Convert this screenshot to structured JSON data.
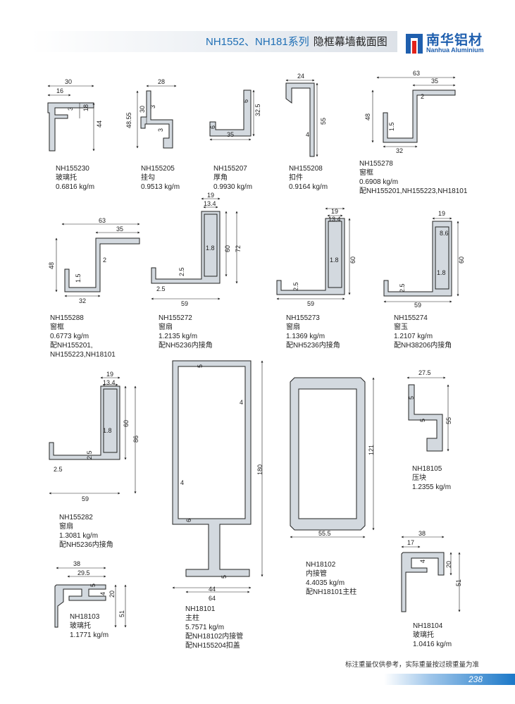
{
  "header": {
    "series": "NH1552、NH181系列",
    "subtitle": "隐框幕墙截面图"
  },
  "logo": {
    "cn": "南华铝材",
    "en": "Nanhua Aluminium",
    "color": "#1f5fae"
  },
  "profiles": [
    {
      "code": "NH155230",
      "name": "玻璃托",
      "weight": "0.6816 kg/m",
      "notes": []
    },
    {
      "code": "NH155205",
      "name": "挂勾",
      "weight": "0.9513 kg/m",
      "notes": []
    },
    {
      "code": "NH155207",
      "name": "厚角",
      "weight": "0.9930 kg/m",
      "notes": []
    },
    {
      "code": "NH155208",
      "name": "扣件",
      "weight": "0.9164 kg/m",
      "notes": []
    },
    {
      "code": "NH155278",
      "name": "窗框",
      "weight": "0.6908 kg/m",
      "notes": [
        "配NH155201,NH155223,NH18101"
      ]
    },
    {
      "code": "NH155288",
      "name": "窗框",
      "weight": "0.6773 kg/m",
      "notes": [
        "配NH155201,",
        "NH155223,NH18101"
      ]
    },
    {
      "code": "NH155272",
      "name": "窗扇",
      "weight": "1.2135 kg/m",
      "notes": [
        "配NH5236内接角"
      ]
    },
    {
      "code": "NH155273",
      "name": "窗扇",
      "weight": "1.1369 kg/m",
      "notes": [
        "配NH5236内接角"
      ]
    },
    {
      "code": "NH155274",
      "name": "窗玉",
      "weight": "1.2107 kg/m",
      "notes": [
        "配NH38206内接角"
      ]
    },
    {
      "code": "NH155282",
      "name": "窗扇",
      "weight": "1.3081 kg/m",
      "notes": [
        "配NH5236内接角"
      ]
    },
    {
      "code": "NH18101",
      "name": "主柱",
      "weight": "5.7571 kg/m",
      "notes": [
        "配NH18102内接管",
        "配NH155204扣盖"
      ]
    },
    {
      "code": "NH18102",
      "name": "内接管",
      "weight": "4.4035 kg/m",
      "notes": [
        "配NH18101主柱"
      ]
    },
    {
      "code": "NH18105",
      "name": "压块",
      "weight": "1.2355 kg/m",
      "notes": []
    },
    {
      "code": "NH18103",
      "name": "玻璃托",
      "weight": "1.1771 kg/m",
      "notes": []
    },
    {
      "code": "NH18104",
      "name": "玻璃托",
      "weight": "1.0416 kg/m",
      "notes": []
    }
  ],
  "dimensions": {
    "p230": [
      "30",
      "16",
      "3",
      "18",
      "44"
    ],
    "p205": [
      "28",
      "30",
      "48.55",
      "3",
      "3"
    ],
    "p207": [
      "6",
      "32.5",
      "6",
      "35"
    ],
    "p208": [
      "24",
      "4",
      "55"
    ],
    "p278": [
      "63",
      "35",
      "2",
      "48",
      "1.5",
      "32"
    ],
    "p288": [
      "63",
      "35",
      "48",
      "2",
      "1.5",
      "32"
    ],
    "p272": [
      "19",
      "13.4",
      "1.8",
      "60",
      "72",
      "2.5",
      "2.5",
      "59"
    ],
    "p273": [
      "19",
      "13.4",
      "1.8",
      "60",
      "2.5",
      "59"
    ],
    "p274": [
      "19",
      "8.6",
      "60",
      "1.8",
      "2.5",
      "59"
    ],
    "p282": [
      "19",
      "13.4",
      "60",
      "86",
      "1.8",
      "2.5",
      "2.5",
      "59"
    ],
    "p18101": [
      "5",
      "4",
      "4",
      "180",
      "6",
      "5",
      "64",
      "44"
    ],
    "p18102": [
      "121",
      "55.5"
    ],
    "p18105": [
      "27.5",
      "5",
      "5",
      "55"
    ],
    "p18103": [
      "38",
      "29.5",
      "5",
      "4",
      "20",
      "51"
    ],
    "p18104": [
      "38",
      "17",
      "4",
      "20",
      "51"
    ]
  },
  "footer": {
    "note": "标注重量仅供参考，实际重量按过磅重量为准",
    "page_number": "238"
  },
  "colors": {
    "profile_fill": "#cfd5dc",
    "profile_stroke": "#222222",
    "accent": "#1f6fb5"
  }
}
